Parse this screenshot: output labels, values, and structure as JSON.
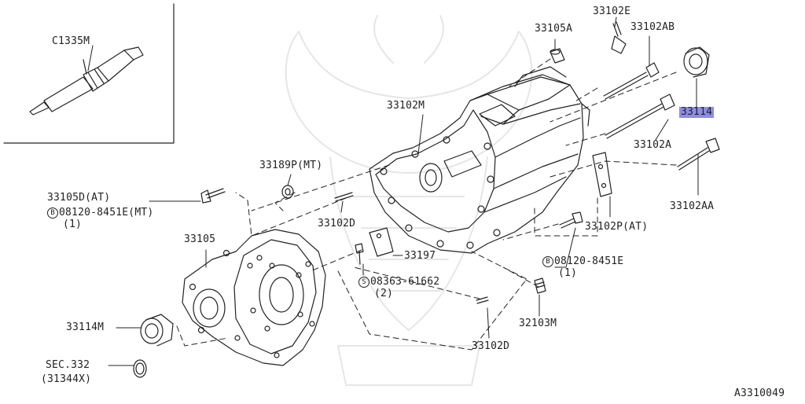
{
  "diagram": {
    "figure_code": "A3310049",
    "labels": {
      "sealant": "C1335M",
      "cap": "33105A",
      "fitting": "33102E",
      "bolt_ab": "33102AB",
      "seal_top": "33114",
      "housing": "33102M",
      "bolt_a": "33102A",
      "bolt_aa": "33102AA",
      "plug_p": "33189P(MT)",
      "bolt_d_at": "33105D(AT)",
      "bolt_mt_code": "08120-8451E(MT)",
      "bolt_mt_qty": "(1)",
      "stud_upper": "33102D",
      "plate_p": "33102P(AT)",
      "cover": "33105",
      "gasket": "33197",
      "bolt_b_code": "08120-8451E",
      "bolt_b_qty": "(1)",
      "screw_code": "08363-61662",
      "screw_qty": "(2)",
      "seal_m": "33114M",
      "breather": "32103M",
      "stud_lower": "33102D",
      "sec_ref": "SEC.332",
      "sec_ref_sub": "(31344X)"
    },
    "markers": {
      "b": "B",
      "s": "S"
    },
    "highlight_color": "#8c8ce8",
    "line_color": "#222222"
  }
}
